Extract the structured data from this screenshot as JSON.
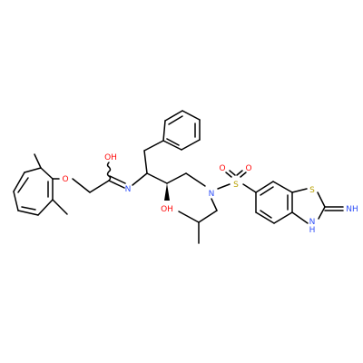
{
  "diagram": {
    "type": "chemical-structure",
    "colors": {
      "bond": "#000000",
      "oxygen": "#ff0d0d",
      "nitrogen": "#3050f8",
      "sulfur": "#b8a000"
    },
    "atom_labels": [
      {
        "id": "ether-o",
        "text": "O",
        "element": "oxygen"
      },
      {
        "id": "imine-oh",
        "text": "OH",
        "element": "oxygen"
      },
      {
        "id": "imine-n",
        "text": "N",
        "element": "nitrogen"
      },
      {
        "id": "alcohol-oh",
        "text": "OH",
        "element": "oxygen"
      },
      {
        "id": "sulfonamide-n",
        "text": "N",
        "element": "nitrogen"
      },
      {
        "id": "sulfonyl-s",
        "text": "S",
        "element": "sulfur"
      },
      {
        "id": "sulfonyl-o-left",
        "text": "O",
        "element": "oxygen"
      },
      {
        "id": "sulfonyl-o-right",
        "text": "O",
        "element": "oxygen"
      },
      {
        "id": "thiazole-s",
        "text": "S",
        "element": "sulfur"
      },
      {
        "id": "thiazole-nh",
        "text": "H",
        "element": "nitrogen"
      },
      {
        "id": "thiazole-n",
        "text": "N",
        "element": "nitrogen"
      },
      {
        "id": "imino-nh",
        "text": "NH",
        "element": "nitrogen"
      }
    ]
  }
}
